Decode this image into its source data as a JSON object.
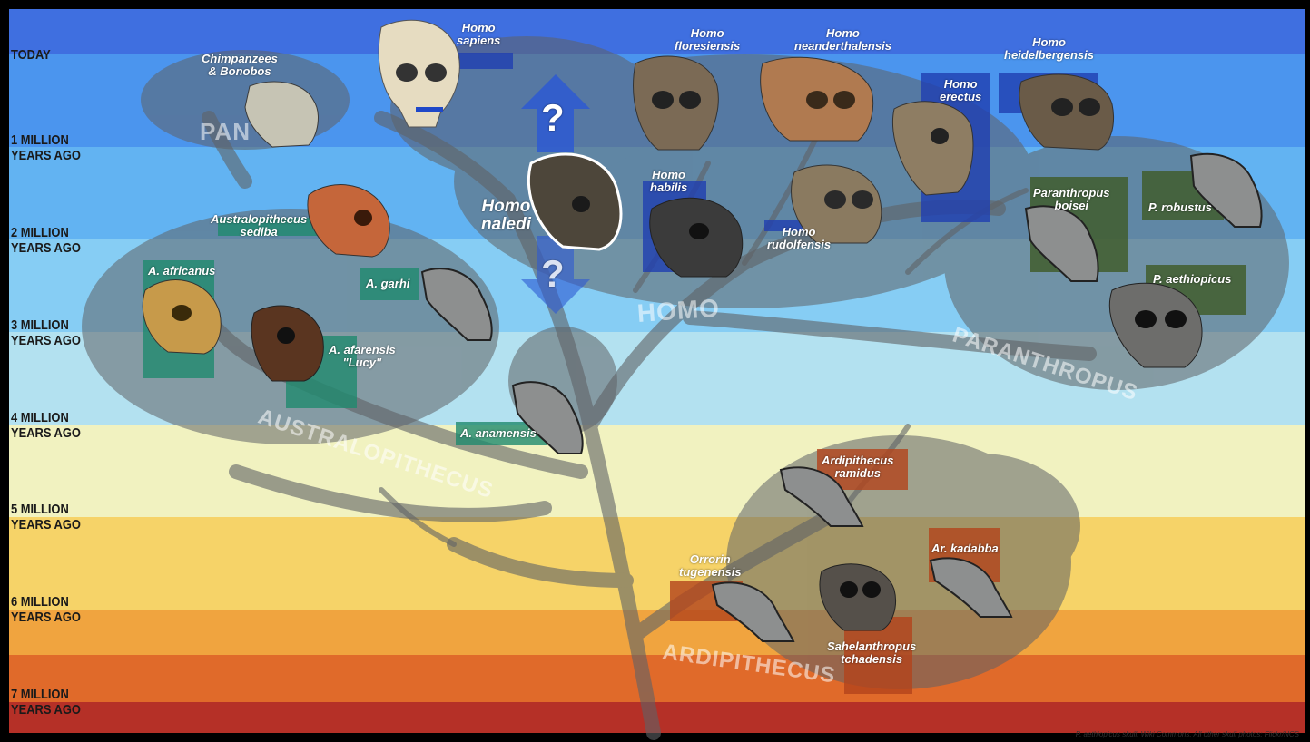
{
  "bands": [
    {
      "color": "#3f6fe0"
    },
    {
      "color": "#4b95ee"
    },
    {
      "color": "#62b3f2"
    },
    {
      "color": "#86cdf4"
    },
    {
      "color": "#b3e1f0"
    },
    {
      "color": "#f1f2c0"
    },
    {
      "color": "#f6d368"
    },
    {
      "color": "#f0a43f"
    },
    {
      "color": "#e06a2a"
    },
    {
      "color": "#b53027"
    }
  ],
  "timeline": [
    {
      "line1": "TODAY",
      "line2": ""
    },
    {
      "line1": "1 MILLION",
      "line2": "YEARS AGO"
    },
    {
      "line1": "2 MILLION",
      "line2": "YEARS AGO"
    },
    {
      "line1": "3 MILLION",
      "line2": "YEARS AGO"
    },
    {
      "line1": "4 MILLION",
      "line2": "YEARS AGO"
    },
    {
      "line1": "5 MILLION",
      "line2": "YEARS AGO"
    },
    {
      "line1": "6 MILLION",
      "line2": "YEARS AGO"
    },
    {
      "line1": "7 MILLION",
      "line2": "YEARS AGO"
    }
  ],
  "genera": {
    "pan": "PAN",
    "homo": "HOMO",
    "paranthropus": "PARANTHROPUS",
    "australopithecus": "AUSTRALOPITHECUS",
    "ardipithecus": "ARDIPITHECUS"
  },
  "species": {
    "chimps": {
      "l1": "Chimpanzees",
      "l2": "& Bonobos"
    },
    "sapiens": {
      "l1": "Homo",
      "l2": "sapiens"
    },
    "floresiensis": {
      "l1": "Homo",
      "l2": "floresiensis"
    },
    "neanderthalensis": {
      "l1": "Homo",
      "l2": "neanderthalensis"
    },
    "heidelbergensis": {
      "l1": "Homo",
      "l2": "heidelbergensis"
    },
    "erectus": {
      "l1": "Homo",
      "l2": "erectus"
    },
    "naledi": {
      "l1": "Homo",
      "l2": "naledi"
    },
    "habilis": {
      "l1": "Homo",
      "l2": "habilis"
    },
    "rudolfensis": {
      "l1": "Homo",
      "l2": "rudolfensis"
    },
    "boisei": {
      "l1": "Paranthropus",
      "l2": "boisei"
    },
    "robustus": {
      "l1": "P. robustus"
    },
    "aethiopicus": {
      "l1": "P. aethiopicus"
    },
    "sediba": {
      "l1": "Australopithecus",
      "l2": "sediba"
    },
    "africanus": {
      "l1": "A. africanus"
    },
    "garhi": {
      "l1": "A. garhi"
    },
    "afarensis": {
      "l1": "A. afarensis",
      "l2": "\"Lucy\""
    },
    "anamensis": {
      "l1": "A. anamensis"
    },
    "ramidus": {
      "l1": "Ardipithecus",
      "l2": "ramidus"
    },
    "kadabba": {
      "l1": "Ar. kadabba"
    },
    "orrorin": {
      "l1": "Orrorin",
      "l2": "tugenensis"
    },
    "sahelanthropus": {
      "l1": "Sahelanthropus",
      "l2": "tchadensis"
    }
  },
  "question_mark": "?",
  "credit": "P. aethiopicus skull: Wiki Commons. All other skull photos: Flickr/NCS",
  "colors": {
    "homo_box": "#1f3fb0",
    "para_box": "#3f5a25",
    "aus_box": "#1f8a6e",
    "ardi_box": "#b3431c",
    "tree": "#5f6266",
    "skull_grey": "#8d8f8f"
  }
}
